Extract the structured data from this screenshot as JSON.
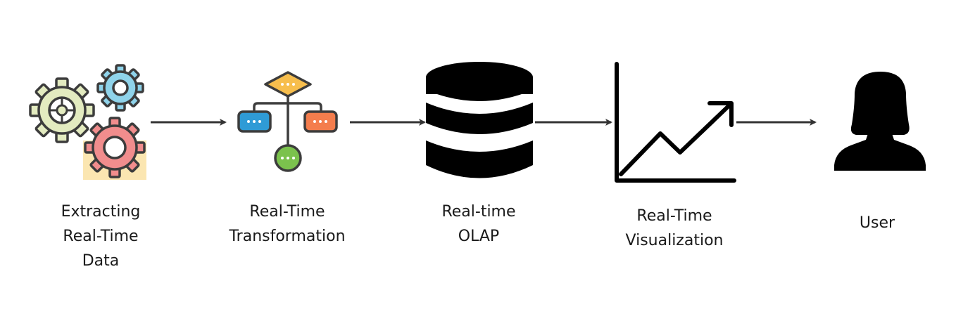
{
  "diagram": {
    "nodes": [
      {
        "id": "extract",
        "label_lines": [
          "Extracting",
          "Real-Time",
          "Data"
        ],
        "icon": "gears-icon"
      },
      {
        "id": "transform",
        "label_lines": [
          "Real-Time",
          "Transformation"
        ],
        "icon": "flowchart-icon"
      },
      {
        "id": "olap",
        "label_lines": [
          "Real-time",
          "OLAP"
        ],
        "icon": "database-icon"
      },
      {
        "id": "viz",
        "label_lines": [
          "Real-Time",
          "Visualization"
        ],
        "icon": "line-chart-icon"
      },
      {
        "id": "user",
        "label_lines": [
          "User"
        ],
        "icon": "user-icon"
      }
    ],
    "edges": [
      {
        "from": "extract",
        "to": "transform"
      },
      {
        "from": "transform",
        "to": "olap"
      },
      {
        "from": "olap",
        "to": "viz"
      },
      {
        "from": "viz",
        "to": "user"
      }
    ],
    "colors": {
      "arrow": "#333333",
      "outline": "#3c3c3c",
      "gear_green": "#e3ebc0",
      "gear_blue": "#8fd3ea",
      "gear_red": "#f18d8d",
      "gear_back": "#fbe3a9",
      "flow_yellow": "#f7be4d",
      "flow_blue": "#2f9bd6",
      "flow_orange": "#f47d4d",
      "flow_green": "#7bc24d",
      "solid": "#000000",
      "text": "#1a1a1a"
    }
  }
}
